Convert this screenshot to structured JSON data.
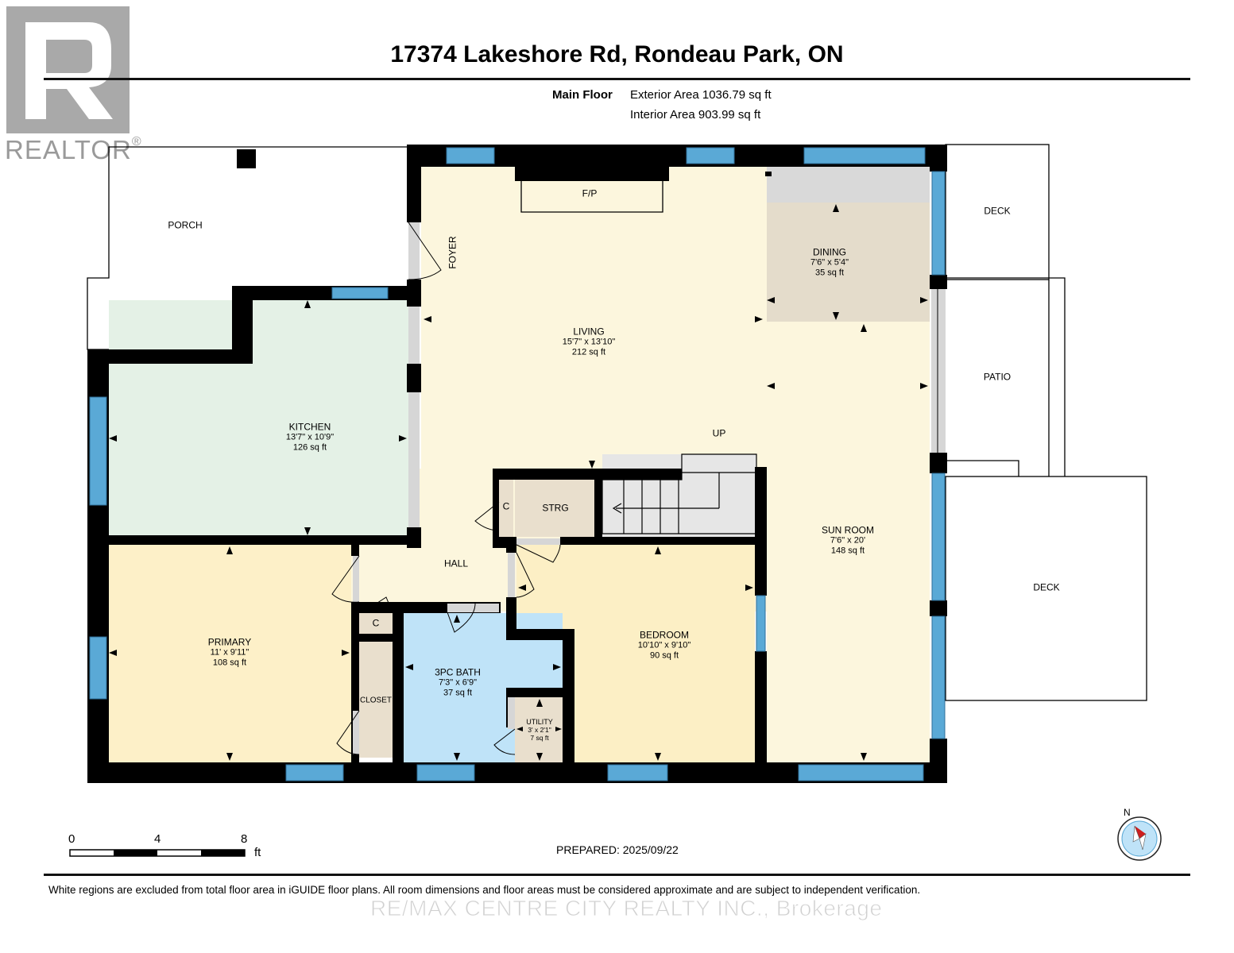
{
  "header": {
    "title": "17374 Lakeshore Rd, Rondeau Park, ON",
    "floor_name": "Main Floor",
    "exterior_area": "Exterior Area 1036.79 sq ft",
    "interior_area": "Interior Area 903.99 sq ft"
  },
  "logo": {
    "word": "REALTOR",
    "mark": "®",
    "icon": "realtor-r-logo"
  },
  "rooms": {
    "porch": {
      "name": "PORCH"
    },
    "foyer": {
      "name": "FOYER"
    },
    "fireplace": {
      "name": "F/P"
    },
    "dining": {
      "name": "DINING",
      "dims": "7'6\" x 5'4\"",
      "area": "35 sq ft"
    },
    "living": {
      "name": "LIVING",
      "dims": "15'7\" x 13'10\"",
      "area": "212 sq ft"
    },
    "kitchen": {
      "name": "KITCHEN",
      "dims": "13'7\" x 10'9\"",
      "area": "126 sq ft"
    },
    "sunroom": {
      "name": "SUN ROOM",
      "dims": "7'6\" x 20'",
      "area": "148 sq ft"
    },
    "up": {
      "name": "UP"
    },
    "strg": {
      "name": "STRG"
    },
    "closet_c1": {
      "name": "C"
    },
    "closet_c2": {
      "name": "C"
    },
    "hall": {
      "name": "HALL"
    },
    "primary": {
      "name": "PRIMARY",
      "dims": "11' x 9'11\"",
      "area": "108 sq ft"
    },
    "closet": {
      "name": "CLOSET"
    },
    "bath": {
      "name": "3PC BATH",
      "dims": "7'3\" x 6'9\"",
      "area": "37 sq ft"
    },
    "utility": {
      "name": "UTILITY",
      "dims": "3' x 2'1\"",
      "area": "7 sq ft"
    },
    "bedroom": {
      "name": "BEDROOM",
      "dims": "10'10\" x 9'10\"",
      "area": "90 sq ft"
    },
    "deck_top": {
      "name": "DECK"
    },
    "patio": {
      "name": "PATIO"
    },
    "deck_right": {
      "name": "DECK"
    }
  },
  "scale": {
    "ticks": [
      "0",
      "4",
      "8"
    ],
    "unit": "ft"
  },
  "prepared": "PREPARED: 2025/09/22",
  "compass": {
    "label": "N",
    "icon": "compass-icon"
  },
  "footer": {
    "disclaimer": "White regions are excluded from total floor area in iGUIDE floor plans. All room dimensions and floor areas must be considered approximate and are subject to independent verification.",
    "brokerage": "RE/MAX CENTRE CITY REALTY INC., Brokerage"
  },
  "colors": {
    "wall": "#000000",
    "window": "#5aa9d6",
    "living": "#fcf6dd",
    "kitchen": "#e4f1e6",
    "primary": "#fdf0c8",
    "bedroom": "#fcefc5",
    "bath": "#bfe3f8",
    "dining": "#e4dccb",
    "storage": "#e9dfcd",
    "stairs": "#e6e6e6",
    "door": "#d6d6d6"
  }
}
